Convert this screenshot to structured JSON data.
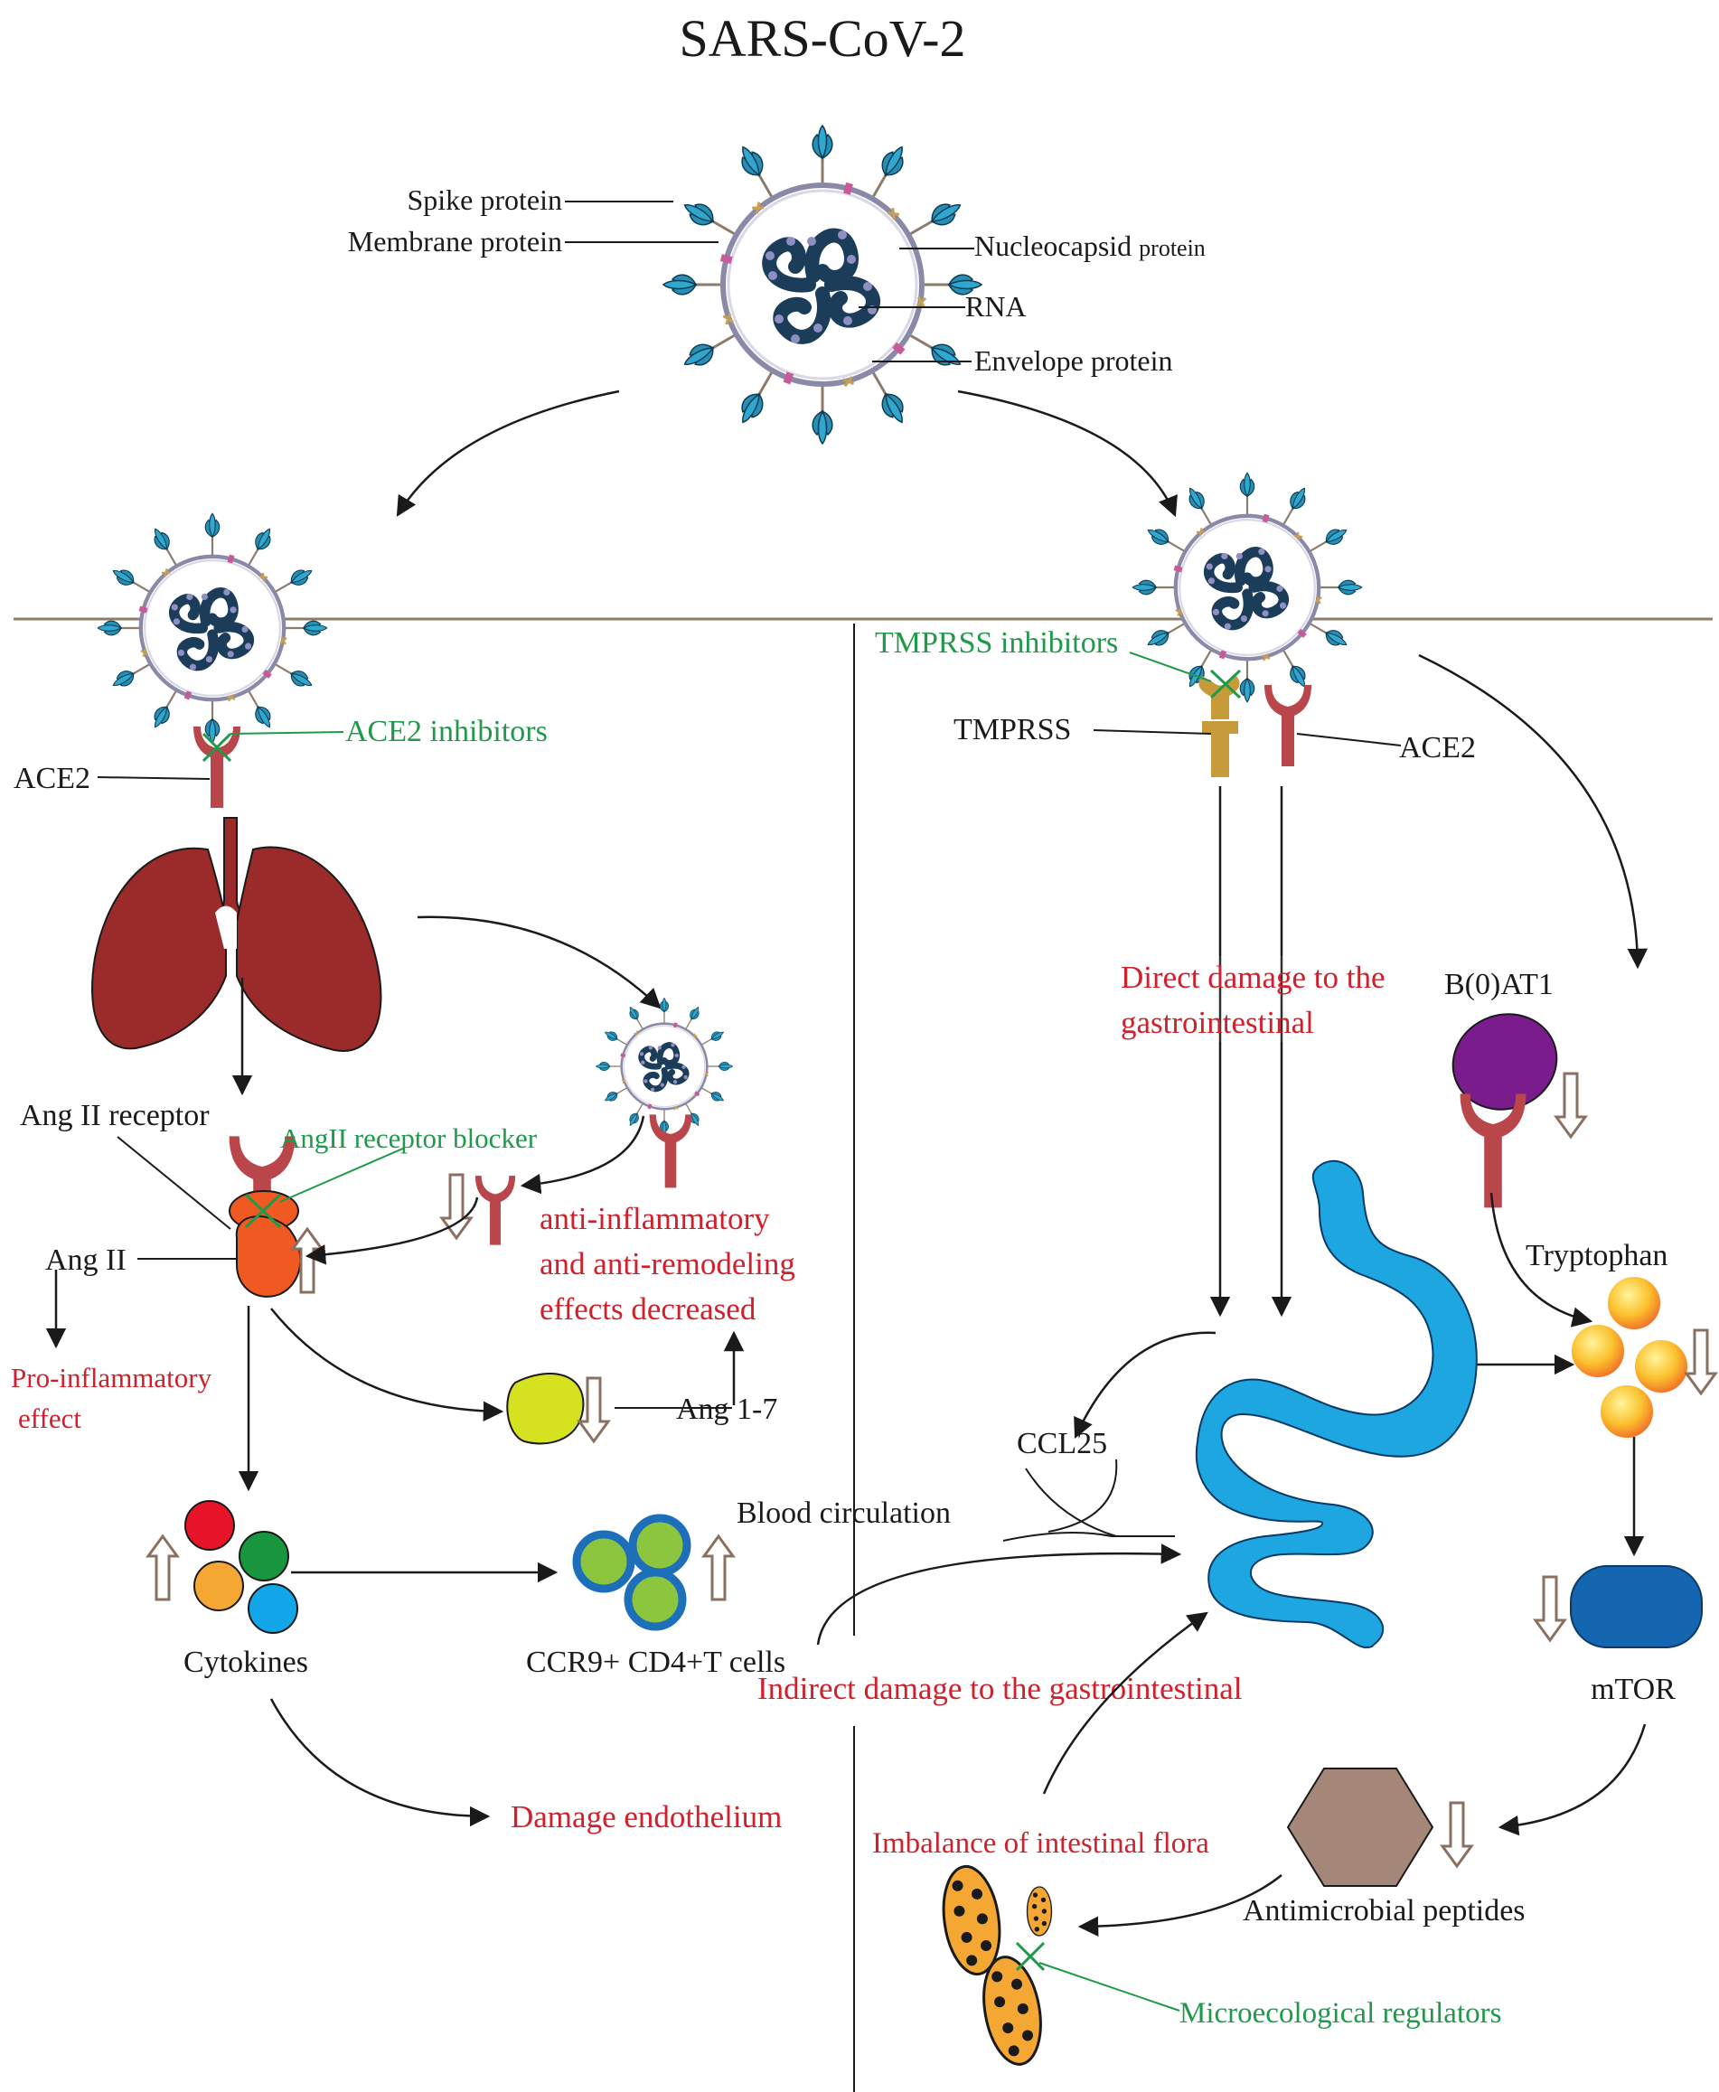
{
  "title": "SARS-CoV-2",
  "virion_parts": {
    "spike": "Spike protein",
    "membrane": "Membrane protein",
    "nucleocapsid": "Nucleocapsid",
    "nucleocapsid_suffix": "protein",
    "rna": "RNA",
    "envelope": "Envelope protein"
  },
  "left": {
    "ace2_inhibitors": "ACE2 inhibitors",
    "ace2": "ACE2",
    "ang2_receptor": "Ang II receptor",
    "ang2_blocker": "AngII receptor blocker",
    "ang2": "Ang II",
    "pro_inflammatory_1": "Pro-inflammatory",
    "pro_inflammatory_2": "effect",
    "anti_inflammatory_1": "anti-inflammatory",
    "anti_inflammatory_2": "and anti-remodeling",
    "anti_inflammatory_3": "effects decreased",
    "ang17": "Ang 1-7",
    "cytokines": "Cytokines",
    "ccr9": "CCR9+ CD4+T cells",
    "damage_endothelium": "Damage endothelium"
  },
  "right": {
    "tmprss_inhibitors": "TMPRSS inhibitors",
    "tmprss": "TMPRSS",
    "ace2": "ACE2",
    "direct_damage_1": "Direct damage to the",
    "direct_damage_2": "gastrointestinal",
    "b0at1": "B(0)AT1",
    "tryptophan": "Tryptophan",
    "ccl25": "CCL25",
    "blood_circulation": "Blood circulation",
    "indirect_damage": "Indirect damage to the gastrointestinal",
    "mtor": "mTOR",
    "imbalance": "Imbalance of intestinal flora",
    "antimicrobial": "Antimicrobial peptides",
    "microecological": "Microecological regulators"
  },
  "colors": {
    "red_text": "#d0202b",
    "green_text": "#1e9a4a",
    "lung": "#9b2a2a",
    "receptor": "#b9464a",
    "stomach": "#1ea6e0",
    "ang2": "#f05a22",
    "ang17": "#d6e21f",
    "b0at1": "#7b1c8c",
    "tmprss": "#c79a3a",
    "mtor": "#1566b0",
    "hexagon": "#a48778",
    "bacteria": "#f5a734",
    "virus_core": "#1c3d5a",
    "spike": "#2490b5",
    "membrane_line": "#8d7c6a"
  }
}
